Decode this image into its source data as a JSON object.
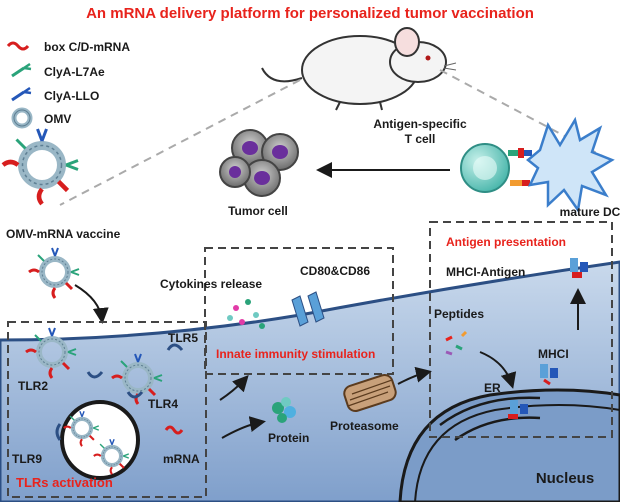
{
  "title": "An mRNA delivery platform for personalized tumor vaccination",
  "legend": {
    "items": [
      {
        "label": "box C/D-mRNA",
        "icon": "red-wave-icon",
        "color": "#d71e1e"
      },
      {
        "label": "ClyA-L7Ae",
        "icon": "green-fork-icon",
        "color": "#2aa37a"
      },
      {
        "label": "ClyA-LLO",
        "icon": "blue-fork-icon",
        "color": "#2457b8"
      },
      {
        "label": "OMV",
        "icon": "vesicle-ring-icon",
        "color": "#9ab7c6"
      }
    ]
  },
  "labels": {
    "antigen_tcell": "Antigen-specific",
    "antigen_tcell_2": "T cell",
    "mature_dc": "mature DC",
    "tumor_cell": "Tumor cell",
    "omv_vaccine": "OMV-mRNA vaccine",
    "cytokines": "Cytokines release",
    "cd80": "CD80&CD86",
    "innate": "Innate immunity stimulation",
    "antigen_presentation": "Antigen presentation",
    "mhci_antigen": "MHCI-Antigen",
    "peptides": "Peptides",
    "mhci": "MHCI",
    "er": "ER",
    "tlr5": "TLR5",
    "tlr2": "TLR2",
    "tlr4": "TLR4",
    "tlr9": "TLR9",
    "mrna": "mRNA",
    "protein": "Protein",
    "proteasome": "Proteasome",
    "nucleus": "Nucleus",
    "tlrs_activation": "TLRs activation"
  },
  "colors": {
    "accent_red": "#e8231c",
    "cell_blue": "#9fb9d8",
    "dc_blue": "#6aa8e0",
    "tcell_teal": "#6fcac2"
  }
}
